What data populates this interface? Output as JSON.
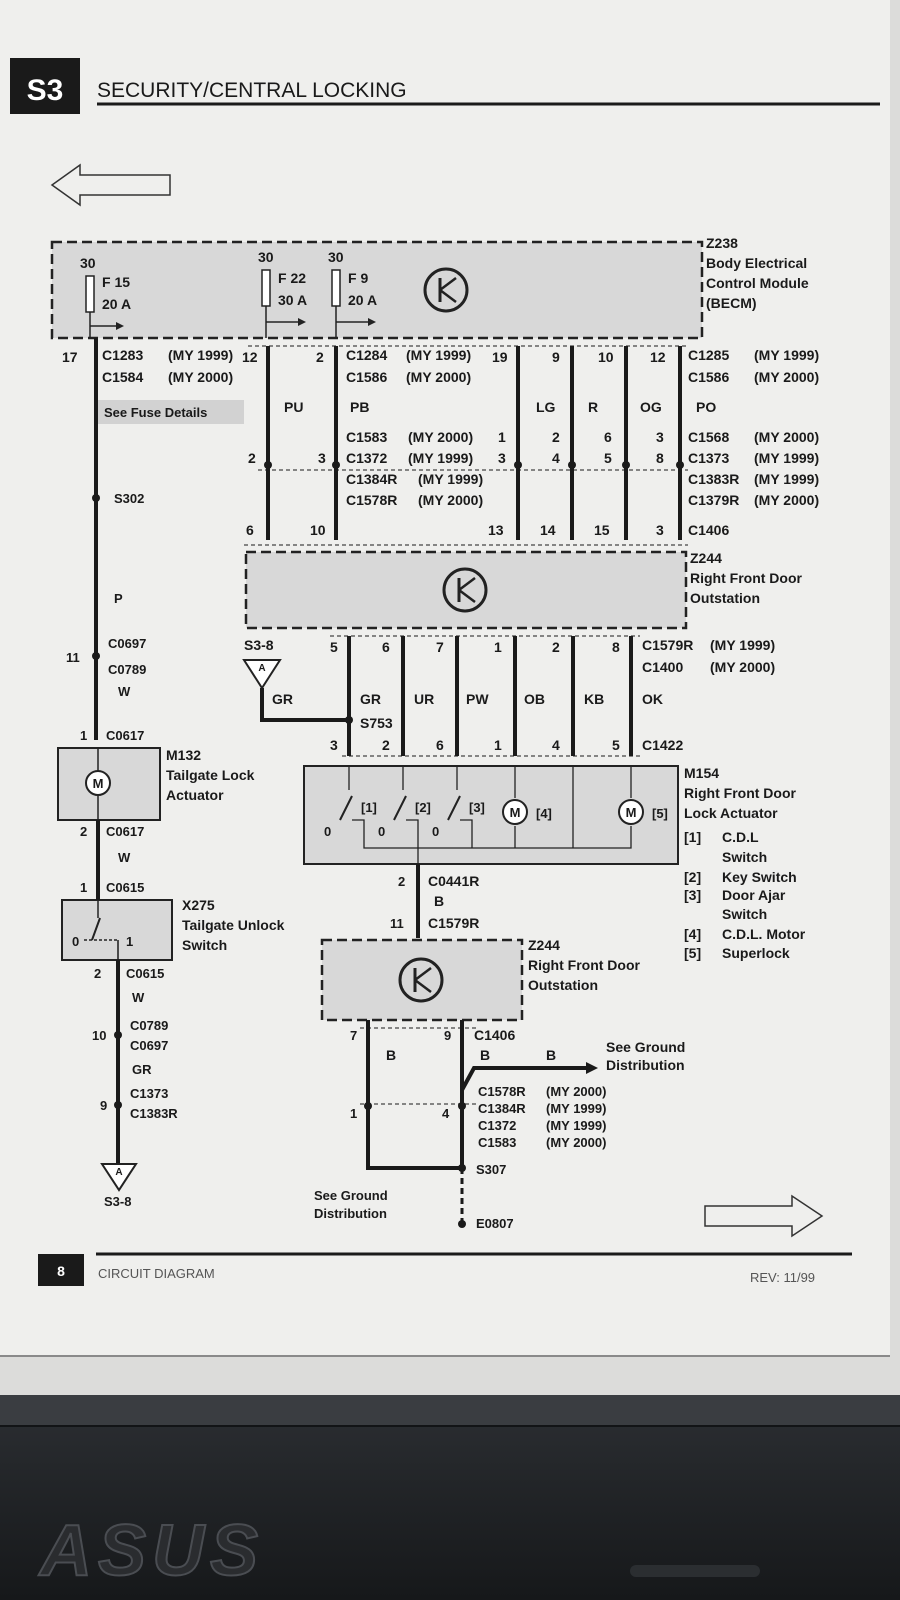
{
  "header": {
    "section": "S3",
    "title": "SECURITY/CENTRAL LOCKING"
  },
  "footer": {
    "page": "8",
    "label": "CIRCUIT DIAGRAM",
    "rev": "REV: 11/99"
  },
  "bezel": {
    "brand": "ASUS"
  },
  "becm": {
    "id": "Z238",
    "name1": "Body Electrical",
    "name2": "Control Module",
    "name3": "(BECM)",
    "fuses": [
      {
        "feed": "30",
        "name": "F 15",
        "rating": "20 A"
      },
      {
        "feed": "30",
        "name": "F 22",
        "rating": "30 A"
      },
      {
        "feed": "30",
        "name": "F 9",
        "rating": "20 A"
      }
    ]
  },
  "connectors_top": {
    "c1283": "C1283",
    "my1999a": "(MY 1999)",
    "c1584": "C1584",
    "my2000a": "(MY 2000)",
    "pin17": "17",
    "pin12": "12",
    "pin2": "2",
    "c1284": "C1284",
    "my1999b": "(MY 1999)",
    "c1586a": "C1586",
    "my2000b": "(MY 2000)",
    "pin19": "19",
    "pin9": "9",
    "pin10": "10",
    "pin12b": "12",
    "c1285": "C1285",
    "my1999c": "(MY 1999)",
    "c1586b": "C1586",
    "my2000c": "(MY 2000)",
    "fuse_note": "See Fuse Details",
    "w_pu": "PU",
    "w_pb": "PB",
    "w_lg": "LG",
    "w_r": "R",
    "w_og": "OG",
    "w_po": "PO",
    "c1583": "C1583",
    "my2000d": "(MY 2000)",
    "c1372": "C1372",
    "my1999d": "(MY 1999)",
    "c1384r": "C1384R",
    "my1999e": "(MY 1999)",
    "c1578r": "C1578R",
    "my2000e": "(MY 2000)",
    "p1": "1",
    "p2": "2",
    "p6": "6",
    "p3": "3",
    "c1568": "C1568",
    "my2000f": "(MY 2000)",
    "p2b": "2",
    "p3b": "3",
    "p3c": "3",
    "p4": "4",
    "p5": "5",
    "p8": "8",
    "c1373": "C1373",
    "my1999f": "(MY 1999)",
    "c1383r": "C1383R",
    "my1999g": "(MY 1999)",
    "c1379r": "C1379R",
    "my2000g": "(MY 2000)",
    "s302": "S302",
    "b6": "6",
    "b10": "10",
    "b13": "13",
    "b14": "14",
    "b15": "15",
    "b3": "3",
    "c1406": "C1406"
  },
  "outstation1": {
    "id": "Z244",
    "name1": "Right Front Door",
    "name2": "Outstation"
  },
  "left_chain": {
    "w_p": "P",
    "pin11": "11",
    "c0697": "C0697",
    "c0789": "C0789",
    "w_w": "W",
    "pin1": "1",
    "c0617": "C0617",
    "m132": "M132",
    "m132_n1": "Tailgate Lock",
    "m132_n2": "Actuator",
    "motor": "M",
    "pin2": "2",
    "c0617b": "C0617",
    "w_w2": "W",
    "pin1b": "1",
    "c0615": "C0615",
    "x275": "X275",
    "x275_n1": "Tailgate Unlock",
    "x275_n2": "Switch",
    "sw0": "0",
    "sw1": "1",
    "pin2b": "2",
    "c0615b": "C0615",
    "w_w3": "W",
    "pin10": "10",
    "c0789b": "C0789",
    "c0697b": "C0697",
    "w_gr": "GR",
    "c1373": "C1373",
    "pin9": "9",
    "c1383r": "C1383R",
    "ref": "S3-8",
    "tri": "A"
  },
  "middle": {
    "ref": "S3-8",
    "tri": "A",
    "p5": "5",
    "p6": "6",
    "p7": "7",
    "p1": "1",
    "p2": "2",
    "p8": "8",
    "c1579r": "C1579R",
    "my1999": "(MY 1999)",
    "c1400": "C1400",
    "my2000": "(MY 2000)",
    "w_gr": "GR",
    "w_gr2": "GR",
    "w_ur": "UR",
    "w_pw": "PW",
    "w_ob": "OB",
    "w_kb": "KB",
    "w_ok": "OK",
    "s753": "S753",
    "q3": "3",
    "q2": "2",
    "q6": "6",
    "q1": "1",
    "q4": "4",
    "q5": "5",
    "c1422": "C1422"
  },
  "m154": {
    "id": "M154",
    "name1": "Right Front Door",
    "name2": "Lock Actuator",
    "k1": "[1]",
    "k2": "[2]",
    "k3": "[3]",
    "k4": "[4]",
    "k5": "[5]",
    "z1": "0",
    "z2": "0",
    "z3": "0",
    "m": "M",
    "m2": "M",
    "legend": [
      {
        "key": "[1]",
        "l1": "C.D.L",
        "l2": "Switch"
      },
      {
        "key": "[2]",
        "l1": "Key Switch",
        "l2": ""
      },
      {
        "key": "[3]",
        "l1": "Door Ajar",
        "l2": "Switch"
      },
      {
        "key": "[4]",
        "l1": "C.D.L. Motor",
        "l2": ""
      },
      {
        "key": "[5]",
        "l1": "Superlock",
        "l2": ""
      }
    ]
  },
  "lower": {
    "p2": "2",
    "c0441r": "C0441R",
    "w_b": "B",
    "p11": "11",
    "c1579r": "C1579R",
    "id": "Z244",
    "name1": "Right Front Door",
    "name2": "Outstation",
    "p7": "7",
    "p9": "9",
    "c1406": "C1406",
    "w_b1": "B",
    "w_b2": "B",
    "w_b3": "B",
    "gd1": "See Ground",
    "gd2": "Distribution",
    "p1": "1",
    "p4": "4",
    "c1578r": "C1578R",
    "my2000a": "(MY 2000)",
    "c1384r": "C1384R",
    "my1999a": "(MY 1999)",
    "c1372": "C1372",
    "my1999b": "(MY 1999)",
    "c1583": "C1583",
    "my2000b": "(MY 2000)",
    "s307": "S307",
    "gd3": "See Ground",
    "gd4": "Distribution",
    "e0807": "E0807"
  }
}
